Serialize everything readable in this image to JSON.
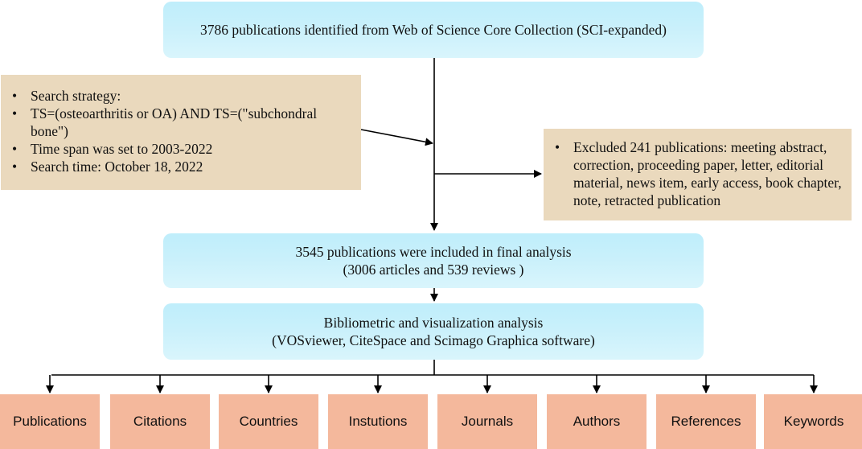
{
  "top_box": {
    "text": "3786 publications identified from Web of Science Core Collection (SCI-expanded)"
  },
  "search_box": {
    "items": [
      "Search strategy:",
      "TS=(osteoarthritis or OA) AND TS=(\"subchondral bone\")",
      "Time span was set to 2003-2022",
      "Search time: October 18, 2022"
    ]
  },
  "excluded_box": {
    "text": "Excluded 241 publications:  meeting abstract, correction, proceeding paper, letter, editorial material, news item, early access, book chapter, note, retracted publication"
  },
  "included_box": {
    "line1": "3545 publications were included in final analysis",
    "line2": "(3006 articles and 539 reviews )"
  },
  "analysis_box": {
    "line1": "Bibliometric and visualization analysis",
    "line2": "(VOSviewer, CiteSpace and Scimago Graphica software)"
  },
  "categories": [
    "Publications",
    "Citations",
    "Countries",
    "Instutions",
    "Journals",
    "Authors",
    "References",
    "Keywords"
  ]
}
